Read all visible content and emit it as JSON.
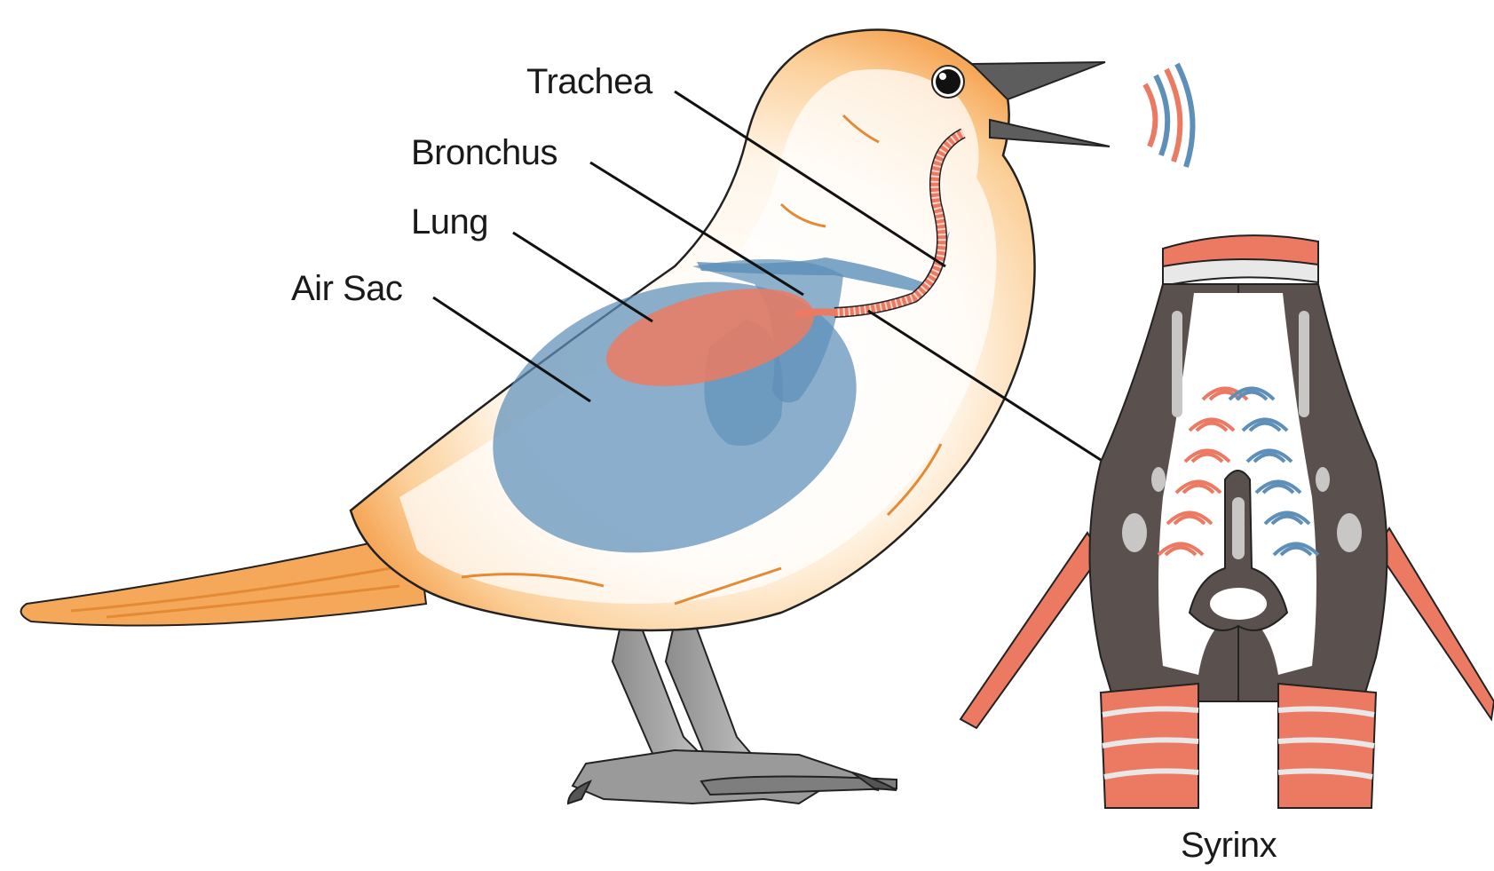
{
  "labels": {
    "trachea": "Trachea",
    "bronchus": "Bronchus",
    "lung": "Lung",
    "air_sac": "Air Sac",
    "syrinx": "Syrinx"
  },
  "colors": {
    "body_orange": "#f6a85a",
    "body_light": "#fde8cf",
    "lung": "#ec7a62",
    "air_sac": "#5d8fb8",
    "syrinx_dark": "#5a514f",
    "syrinx_bone": "#c9c7c6",
    "muscle": "#ec7a62",
    "legs": "#9a9a9a",
    "sound_red": "#ec7a62",
    "sound_blue": "#5d8fb8"
  }
}
